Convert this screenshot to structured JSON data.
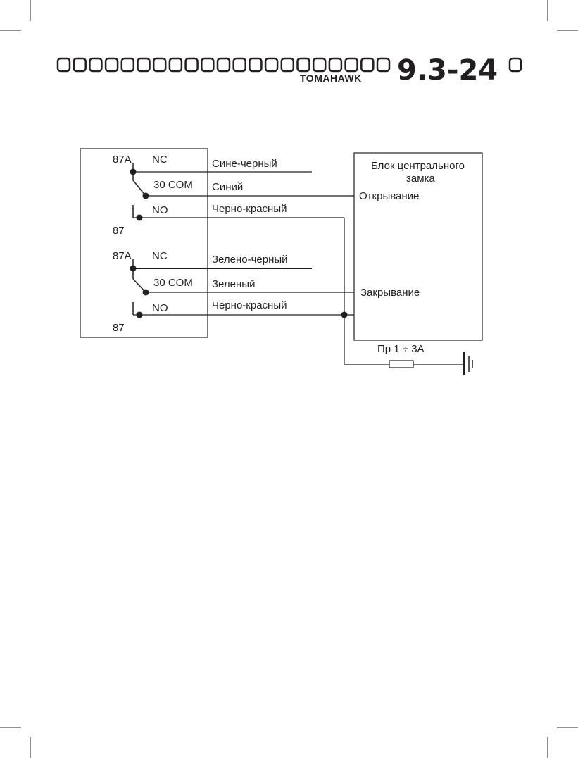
{
  "header": {
    "placeholder_box_count": 21,
    "brand": "TOMAHAWK",
    "model": "9.3-24"
  },
  "relay_block_1": {
    "nc_pin": "87A",
    "nc_label": "NC",
    "com_label": "30 COM",
    "no_label": "NO",
    "no_pin": "87",
    "wire_nc": "Сине-черный",
    "wire_com": "Синий",
    "wire_no": "Черно-красный"
  },
  "relay_block_2": {
    "nc_pin": "87A",
    "nc_label": "NC",
    "com_label": "30 COM",
    "no_label": "NO",
    "no_pin": "87",
    "wire_nc": "Зелено-черный",
    "wire_com": "Зеленый",
    "wire_no": "Черно-красный"
  },
  "lock_unit": {
    "title_line1": "Блок центрального",
    "title_line2": "замка",
    "open_label": "Открывание",
    "close_label": "Закрывание"
  },
  "fuse": {
    "label": "Пр 1 ÷ 3А"
  },
  "colors": {
    "ink": "#231f20",
    "background": "#ffffff"
  }
}
